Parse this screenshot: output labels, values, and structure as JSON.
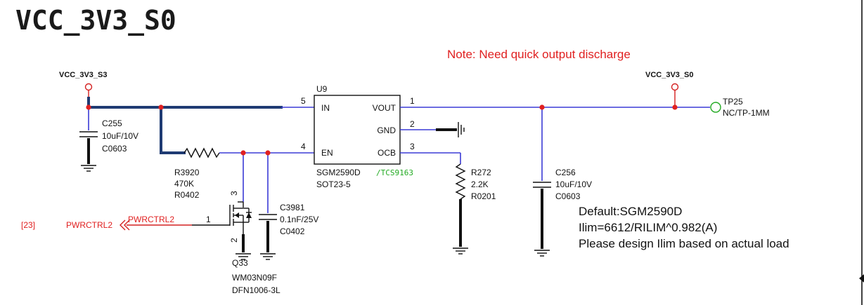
{
  "title": "VCC_3V3_S0",
  "note": "Note: Need quick output discharge",
  "rails": {
    "input": "VCC_3V3_S3",
    "output": "VCC_3V3_S0"
  },
  "ic": {
    "ref": "U9",
    "part": "SGM2590D",
    "alt_part": "/TCS9163",
    "package": "SOT23-5",
    "pins": [
      {
        "name": "IN",
        "num": "5"
      },
      {
        "name": "EN",
        "num": "4"
      },
      {
        "name": "VOUT",
        "num": "1"
      },
      {
        "name": "GND",
        "num": "2"
      },
      {
        "name": "OCB",
        "num": "3"
      }
    ]
  },
  "c255": {
    "ref": "C255",
    "value": "10uF/10V",
    "pkg": "C0603"
  },
  "r3920": {
    "ref": "R3920",
    "value": "470K",
    "pkg": "R0402"
  },
  "c3981": {
    "ref": "C3981",
    "value": "0.1nF/25V",
    "pkg": "C0402"
  },
  "q33": {
    "ref": "Q33",
    "part": "WM03N09F",
    "pkg": "DFN1006-3L",
    "pin_g": "1",
    "pin_d": "3",
    "pin_s": "2"
  },
  "r272": {
    "ref": "R272",
    "value": "2.2K",
    "pkg": "R0201"
  },
  "c256": {
    "ref": "C256",
    "value": "10uF/10V",
    "pkg": "C0603"
  },
  "tp25": {
    "ref": "TP25",
    "value": "NC/TP-1MM"
  },
  "ctrl": {
    "sheet_ref": "[23]",
    "offpage": "PWRCTRL2",
    "net": "PWRCTRL2"
  },
  "default_notes": [
    "Default:SGM2590D",
    "Ilim=6612/RILIM^0.982(A)",
    "Please design Ilim based on actual load"
  ],
  "colors": {
    "wire": "#3b3bd6",
    "bus": "#1f3b73",
    "junction": "#e02020",
    "note": "#e02020",
    "alt_part": "#22aa22",
    "testpoint": "#22aa22"
  }
}
